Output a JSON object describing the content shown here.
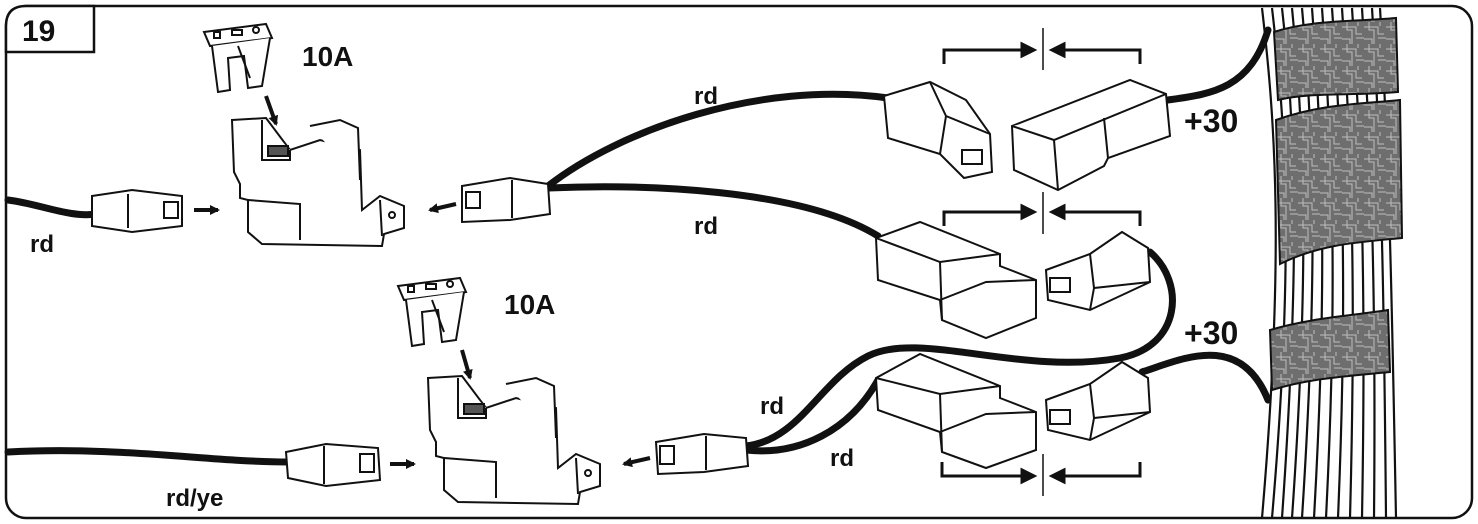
{
  "step": {
    "number": "19"
  },
  "labels": {
    "fuse_top": "10A",
    "fuse_bottom": "10A",
    "wire_left_top": "rd",
    "wire_left_bottom": "rd/ye",
    "wire_upper_1": "rd",
    "wire_upper_2": "rd",
    "wire_lower_1": "rd",
    "wire_lower_2": "rd",
    "terminal_top": "+30",
    "terminal_bottom": "+30"
  },
  "colors": {
    "line": "#111111",
    "tape": "#6e6e6e",
    "background": "#ffffff"
  }
}
